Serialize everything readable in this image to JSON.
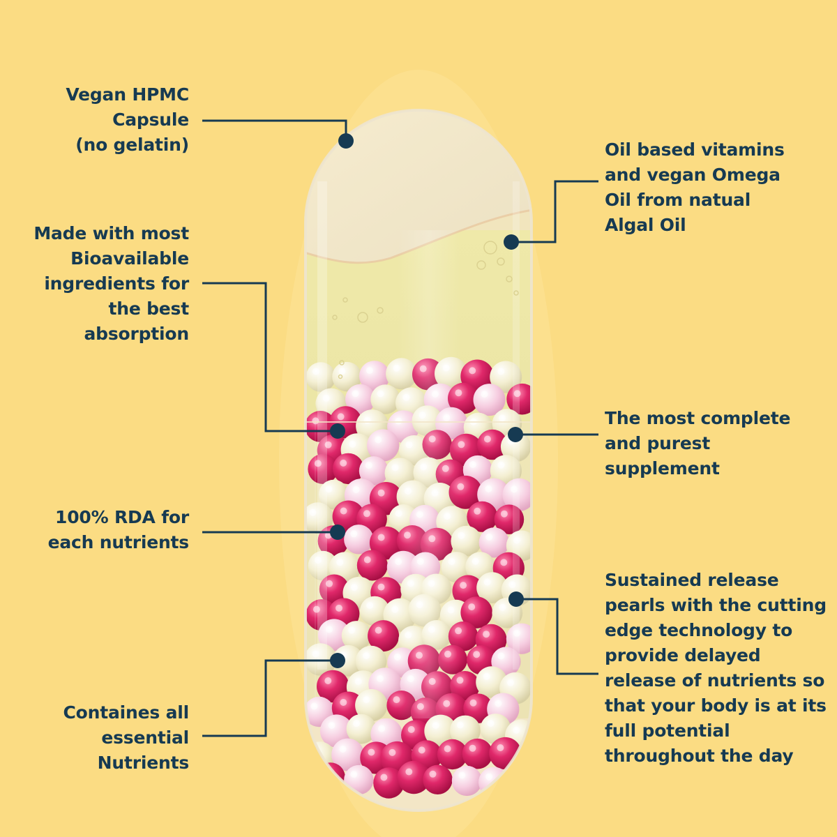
{
  "colors": {
    "background": "#fbdc83",
    "text": "#163a52",
    "line": "#163a52",
    "oil": "#ece7a6",
    "pearl_pink": "#d51e5f",
    "pearl_cream": "#f5f0d0"
  },
  "callouts": {
    "capsule_shell": {
      "text": "Vegan HPMC\nCapsule\n(no gelatin)"
    },
    "bioavailable": {
      "text": "Made with most\nBioavailable\ningredients for\nthe best\nabsorption"
    },
    "rda": {
      "text": "100% RDA for\neach nutrients"
    },
    "essential": {
      "text": "Containes all\nessential\nNutrients"
    },
    "oil_based": {
      "text": "Oil based vitamins\nand vegan Omega\nOil from natual\nAlgal Oil"
    },
    "complete": {
      "text": "The most complete\nand purest\nsupplement"
    },
    "sustained": {
      "text": "Sustained release\npearls with the cutting\nedge technology to\nprovide delayed\nrelease of nutrients so\nthat your body is at its\nfull potential\nthroughout the day"
    }
  }
}
